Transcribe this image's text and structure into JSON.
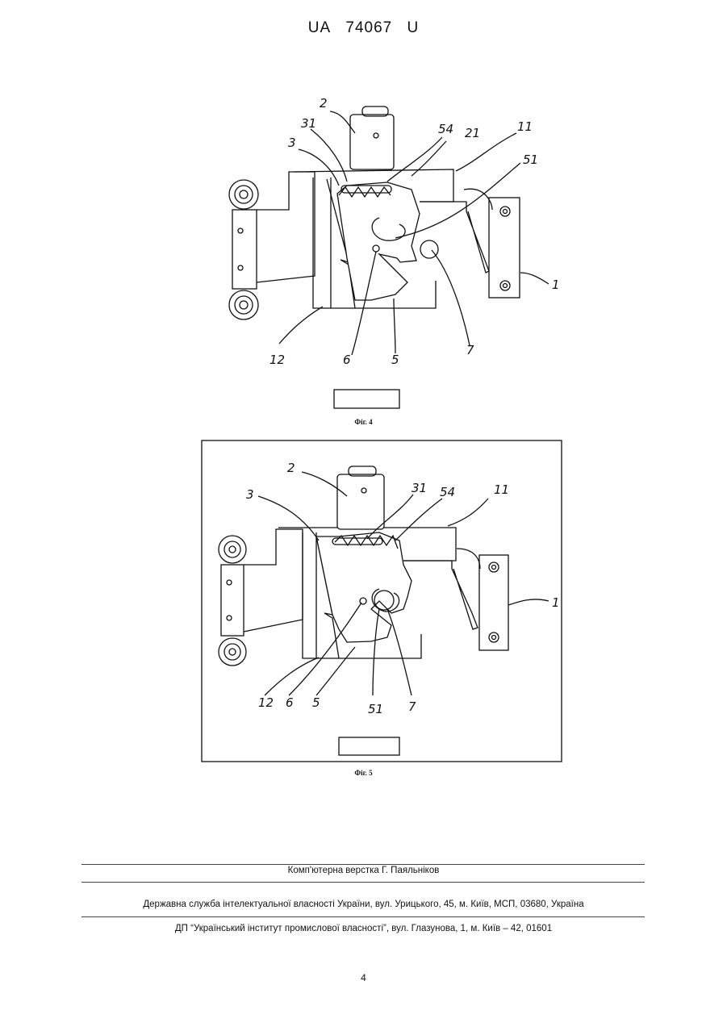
{
  "header": {
    "prefix": "UA",
    "number": "74067",
    "suffix": "U"
  },
  "figure4": {
    "caption": "Фіг. 4",
    "labels": {
      "l2": "2",
      "l31": "31",
      "l3": "3",
      "l54": "54",
      "l21": "21",
      "l11": "11",
      "l51": "51",
      "l1": "1",
      "l7": "7",
      "l5": "5",
      "l6": "6",
      "l12": "12"
    }
  },
  "figure5": {
    "caption": "Фіг. 5",
    "labels": {
      "l2": "2",
      "l3": "3",
      "l31": "31",
      "l54": "54",
      "l11": "11",
      "l1": "1",
      "l12": "12",
      "l6": "6",
      "l5": "5",
      "l51": "51",
      "l7": "7"
    }
  },
  "footer": {
    "typesetting": "Комп'ютерна верстка Г. Паяльніков",
    "office": "Державна служба інтелектуальної власності України, вул. Урицького, 45, м. Київ, МСП, 03680, Україна",
    "institute": "ДП “Український інститут промислової власності”, вул. Глазунова, 1, м. Київ – 42, 01601"
  },
  "page_number": "4"
}
